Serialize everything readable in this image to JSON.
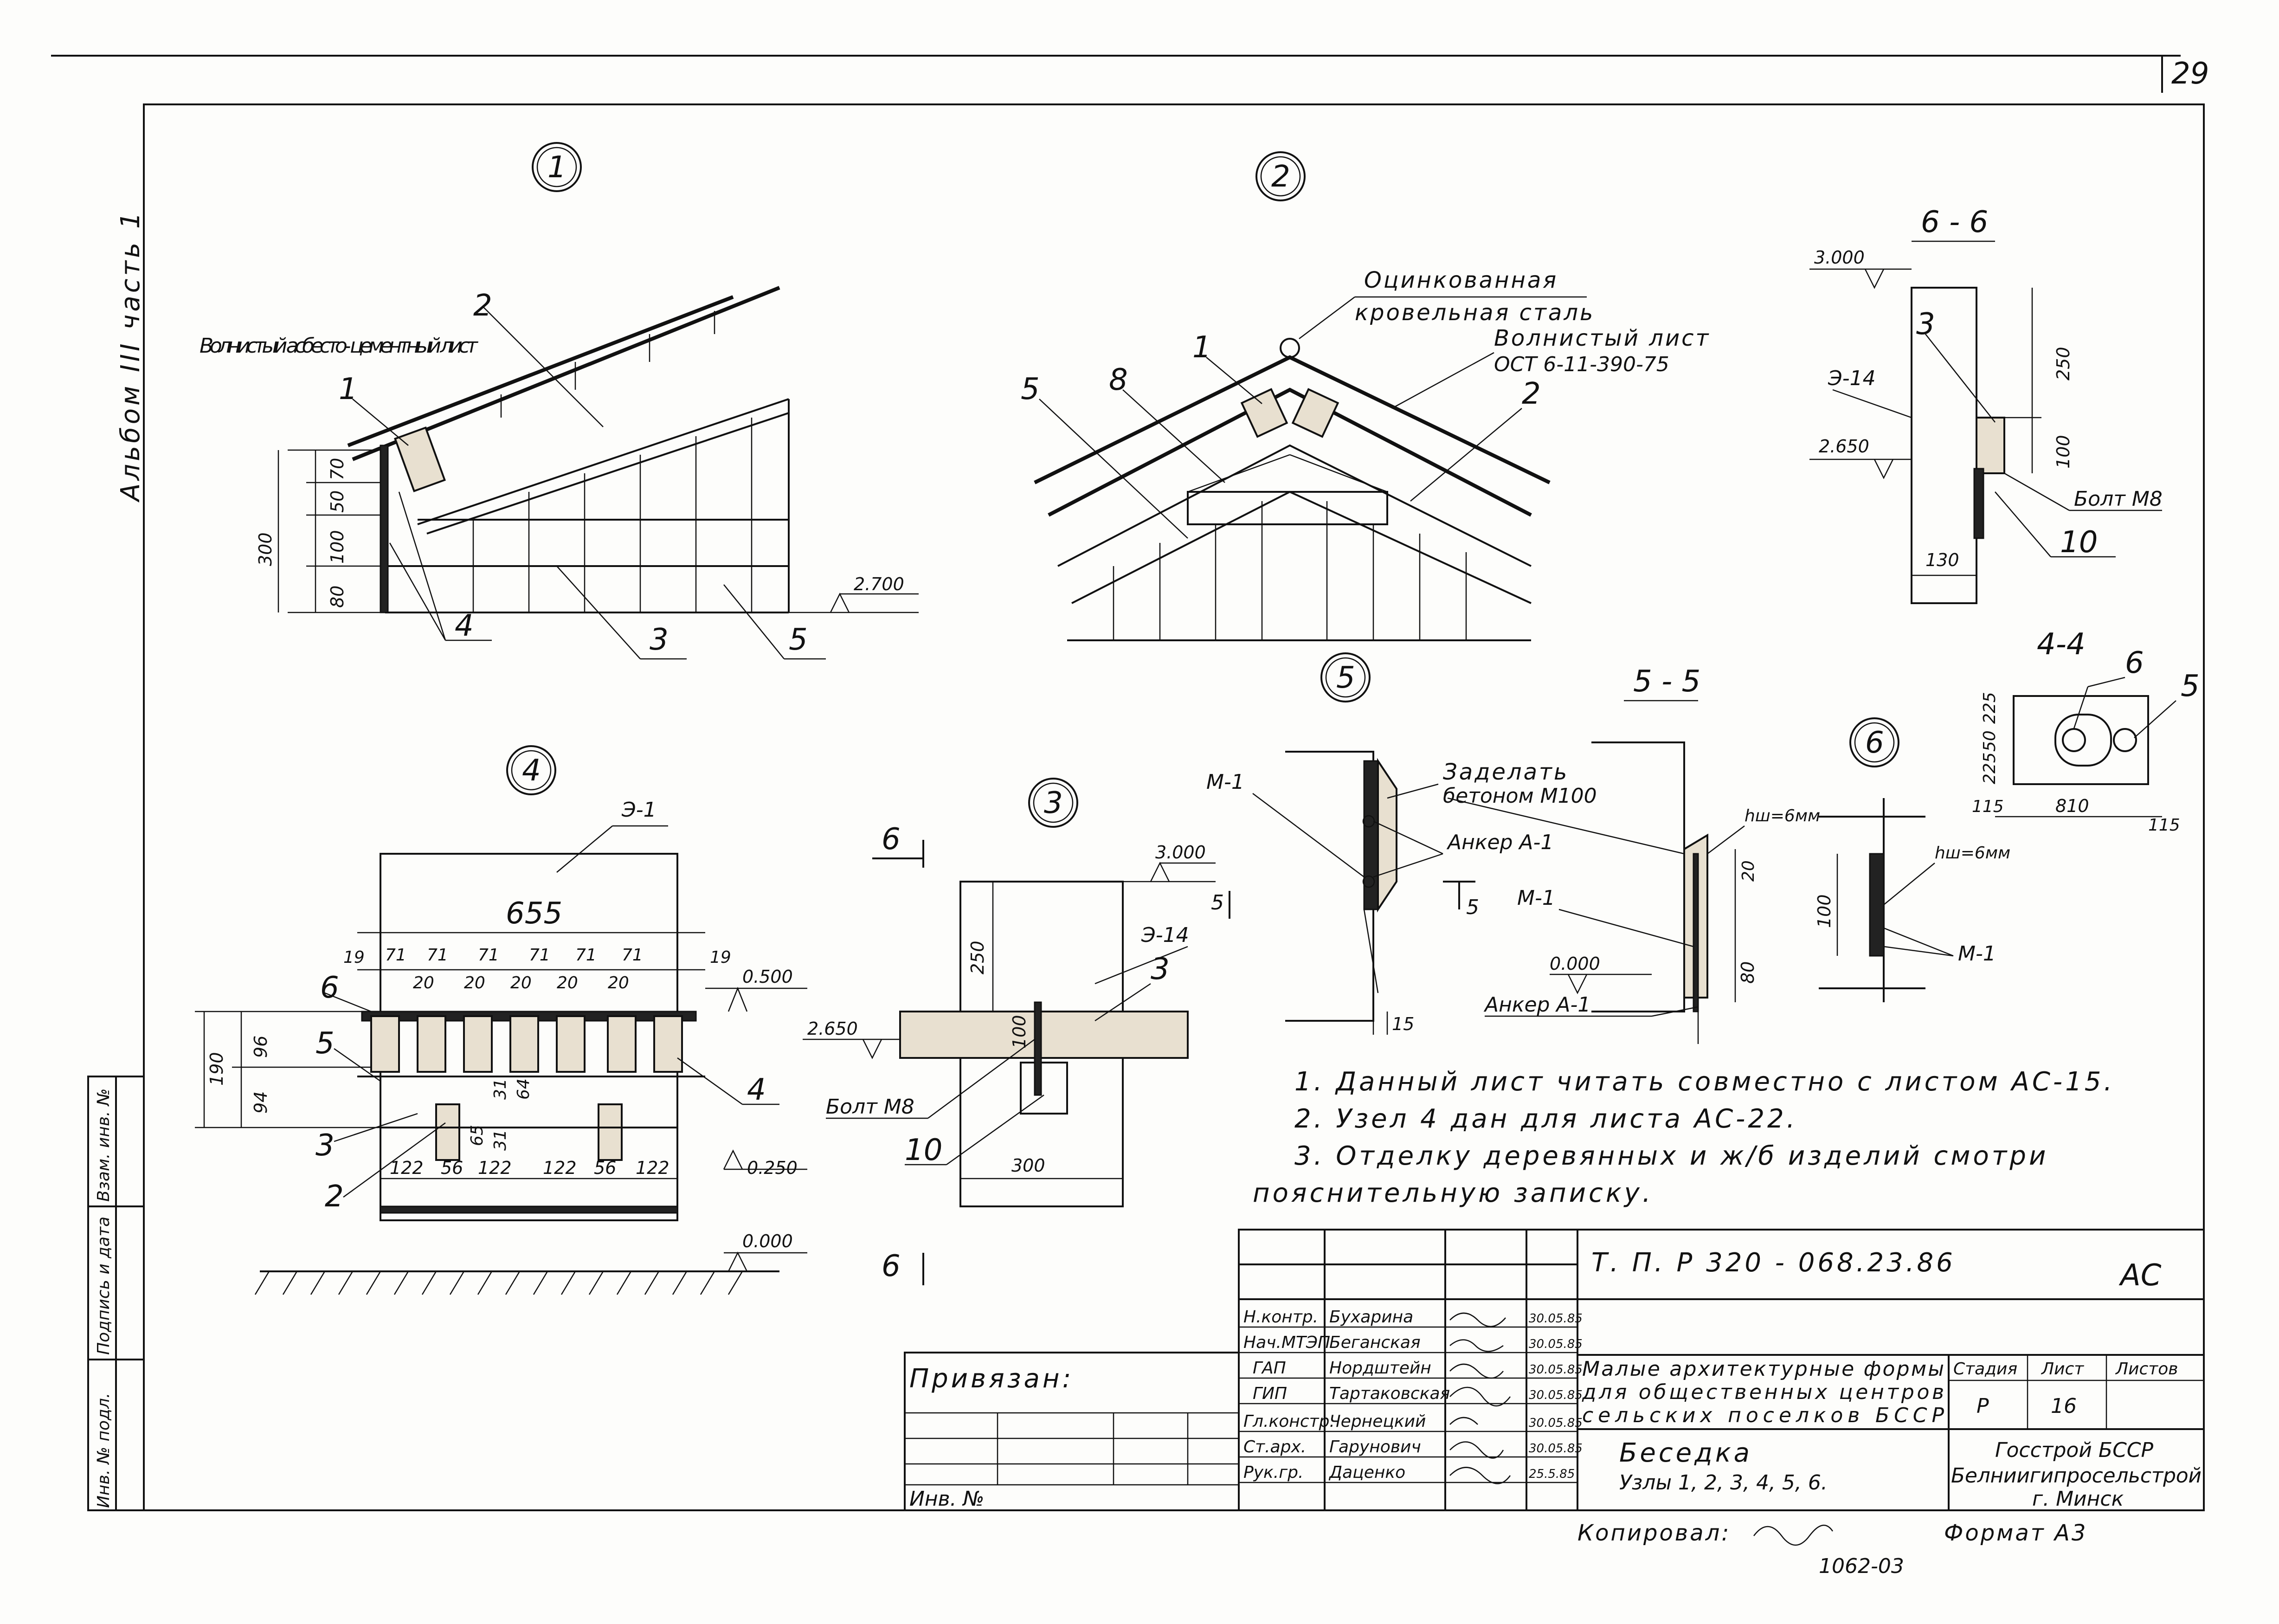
{
  "sheet": {
    "page_number": "29",
    "album_label": "Альбом III часть 1",
    "side_stamps": [
      "Инв. № подл.",
      "Подпись и дата",
      "Взам. инв. №"
    ]
  },
  "node1": {
    "marker": "1",
    "material_label": "Волнистый асбесто- цементный лист",
    "callouts": [
      "1",
      "2",
      "3",
      "4",
      "5"
    ],
    "dims": [
      "70",
      "50",
      "100",
      "80",
      "300"
    ],
    "elevation": "2.700"
  },
  "node2": {
    "marker": "2",
    "roof_label_1": "Оцинкованная",
    "roof_label_2": "кровельная сталь",
    "sheet_label_1": "Волнистый лист",
    "sheet_label_2": "ОСТ 6-11-390-75",
    "callouts": [
      "1",
      "2",
      "5",
      "8"
    ]
  },
  "section66": {
    "title": "6 - 6",
    "elev_top": "3.000",
    "elev_mid": "2.650",
    "callouts": [
      "3",
      "Э-14",
      "10"
    ],
    "dims": [
      "250",
      "100",
      "130"
    ],
    "bolt": "Болт М8"
  },
  "node4": {
    "marker": "4",
    "label_e": "Э-1",
    "total": "655",
    "top_dims": [
      "19",
      "71",
      "71",
      "71",
      "71",
      "71",
      "71",
      "19"
    ],
    "mid_dims": [
      "20",
      "20",
      "20",
      "20",
      "20"
    ],
    "bottom_dims": [
      "122",
      "56",
      "122",
      "122",
      "56",
      "122"
    ],
    "left_dims": [
      "96",
      "94",
      "190"
    ],
    "inner_dims": [
      "64",
      "31",
      "65",
      "31"
    ],
    "callouts": [
      "2",
      "3",
      "4",
      "5",
      "6"
    ],
    "elevations": [
      "0.500",
      "0.250",
      "0.000"
    ]
  },
  "node3": {
    "marker": "3",
    "section_mark": "6",
    "elev_top": "3.000",
    "elev_mid": "2.650",
    "callouts": [
      "Э-14",
      "3",
      "10"
    ],
    "dims": [
      "250",
      "100",
      "300"
    ],
    "bolt": "Болт М8"
  },
  "node5": {
    "marker": "5",
    "m1": "М-1",
    "embed_1": "Заделать",
    "embed_2": "бетоном М100",
    "anchor": "Анкер А-1",
    "section_mark": "5",
    "dim": "15"
  },
  "section55": {
    "title": "5 - 5",
    "weld": "hш=6мм",
    "m1": "М-1",
    "elev": "0.000",
    "dims": [
      "20",
      "80"
    ],
    "anchor": "Анкер А-1"
  },
  "node6": {
    "marker": "6",
    "weld": "hш=6мм",
    "m1": "М-1",
    "dim": "100"
  },
  "section44": {
    "title": "4-4",
    "callouts": [
      "6",
      "5"
    ],
    "dims": [
      "225",
      "50",
      "225",
      "115",
      "810",
      "115"
    ]
  },
  "notes": [
    "1. Данный лист читать совместно с листом АС-15.",
    "2. Узел 4 дан для листа АС-22.",
    "3. Отделку деревянных и ж/б изделий смотри",
    "пояснительную записку."
  ],
  "titleblock": {
    "code": "Т. П. Р 320 - 068.23.86",
    "mark": "АС",
    "bound": "Привязан:",
    "inv": "Инв. №",
    "roles": [
      "Н.контр.",
      "Нач.МТЭП",
      "ГАП",
      "ГИП",
      "Гл.констр.",
      "Ст.арх.",
      "Рук.гр."
    ],
    "names": [
      "Бухарина",
      "Беганская",
      "Нордштейн",
      "Тартаковская",
      "Чернецкий",
      "Гарунович",
      "Даценко"
    ],
    "dates": [
      "30.05.85",
      "30.05.85",
      "30.05.85",
      "30.05.85",
      "30.05.85",
      "30.05.85",
      "25.5.85"
    ],
    "project_1": "Малые архитектурные формы",
    "project_2": "для общественных центров",
    "project_3": "сельских поселков БССР",
    "drawing_1": "Беседка",
    "drawing_2": "Узлы 1, 2, 3, 4, 5, 6.",
    "stage_h": "Стадия",
    "sheet_h": "Лист",
    "sheets_h": "Листов",
    "stage": "Р",
    "sheet": "16",
    "org_1": "Госстрой БССР",
    "org_2": "Белниигипросельстрой",
    "org_3": "г. Минск",
    "copied": "Копировал:",
    "format": "Формат А3",
    "archive": "1062-03"
  }
}
